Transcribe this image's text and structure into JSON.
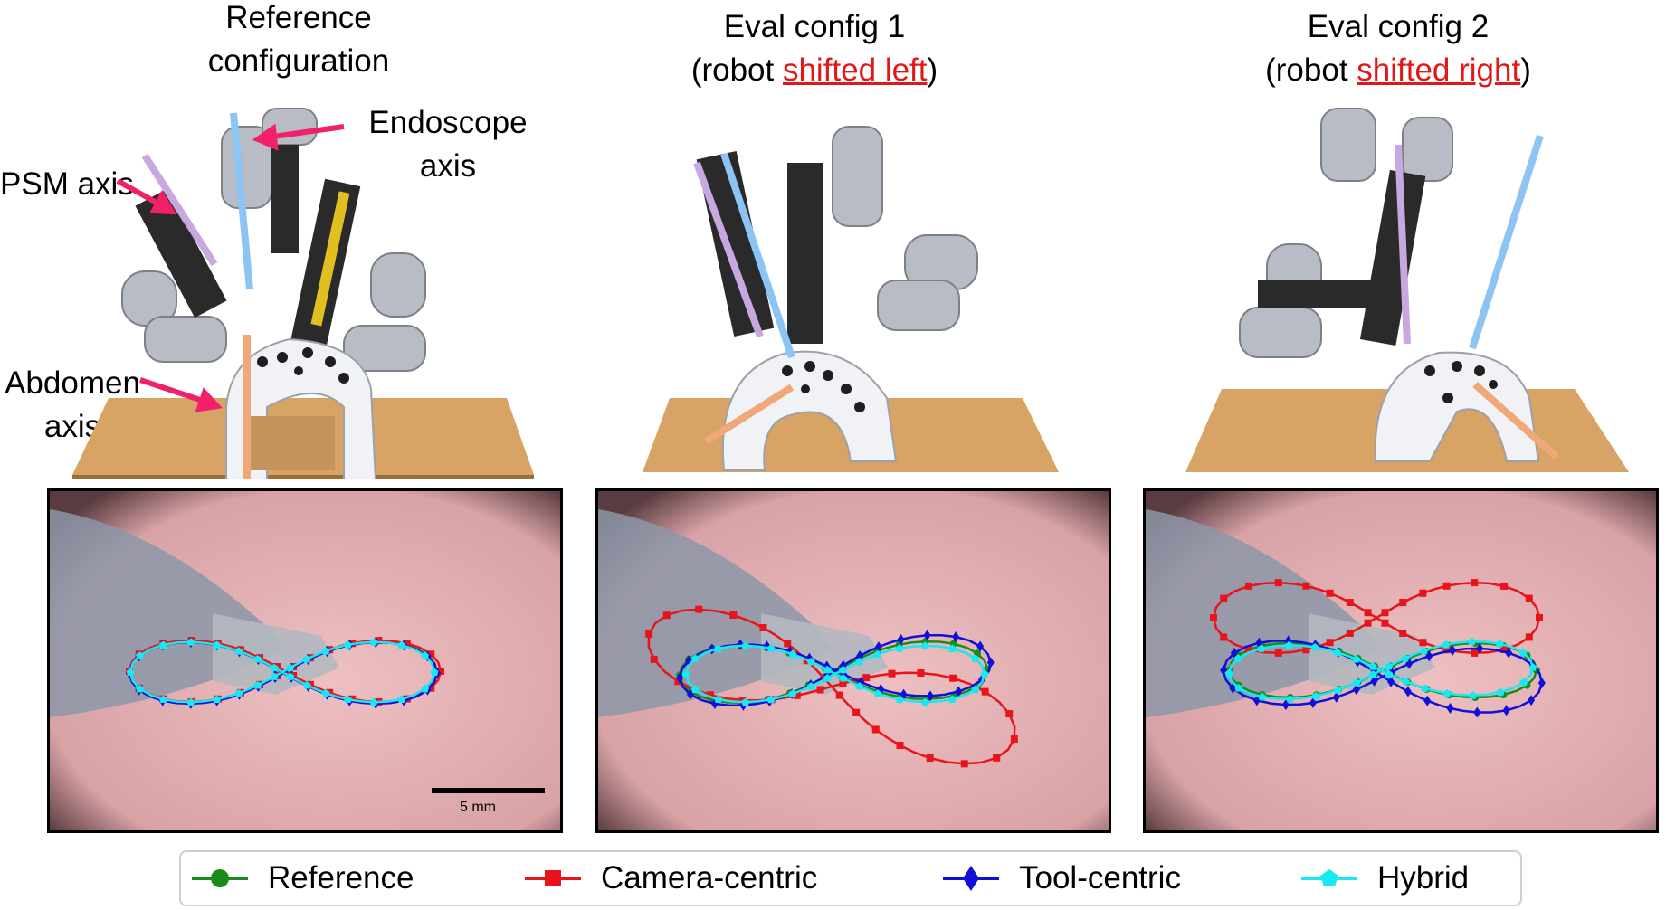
{
  "columns": [
    {
      "title_line1": "Reference",
      "title_line2": "configuration"
    },
    {
      "title_line1": "Eval config 1",
      "title_line2_pre": "(robot ",
      "title_line2_red": "shifted left",
      "title_line2_post": ")"
    },
    {
      "title_line1": "Eval config 2",
      "title_line2_pre": "(robot ",
      "title_line2_red": "shifted right",
      "title_line2_post": ")"
    }
  ],
  "annotations": {
    "endoscope_line1": "Endoscope",
    "endoscope_line2": "axis",
    "psm": "PSM axis",
    "abdomen_line1": "Abdomen",
    "abdomen_line2": "axis"
  },
  "scale_bar": {
    "label": "5 mm"
  },
  "legend": {
    "items": [
      {
        "label": "Reference",
        "color": "#1a8a1a",
        "marker": "circle"
      },
      {
        "label": "Camera-centric",
        "color": "#e8141a",
        "marker": "square"
      },
      {
        "label": "Tool-centric",
        "color": "#1010d8",
        "marker": "diamond"
      },
      {
        "label": "Hybrid",
        "color": "#18e8f0",
        "marker": "pentagon"
      }
    ]
  },
  "colors": {
    "psm_axis": "#c8a8e0",
    "endoscope_axis": "#8cc4f4",
    "abdomen_axis": "#f0a878",
    "arrow": "#f0206a",
    "background_tissue": "#e8b0b4"
  }
}
